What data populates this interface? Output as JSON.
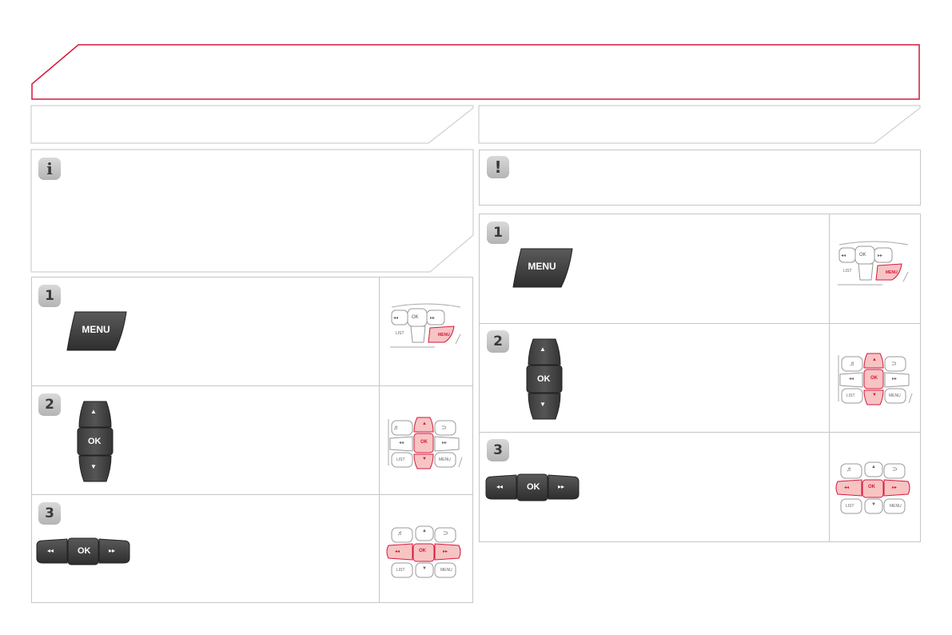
{
  "left": {
    "steps": [
      {
        "number": "1",
        "button": {
          "label": "MENU"
        },
        "control": {
          "left": "◂◂",
          "center": "OK",
          "right": "▸▸",
          "bottom_left": "LIST",
          "bottom_right": "MENU"
        }
      },
      {
        "number": "2",
        "button": {
          "up": "▲",
          "center": "OK",
          "down": "▼"
        },
        "control": {
          "up": "▲",
          "left": "◂◂",
          "center": "OK",
          "right": "▸▸",
          "down": "▼",
          "bottom_left": "LIST",
          "bottom_right": "MENU"
        }
      },
      {
        "number": "3",
        "button": {
          "left": "◂◂",
          "center": "OK",
          "right": "▸▸"
        },
        "control": {
          "up": "▲",
          "left": "◂◂",
          "center": "OK",
          "right": "▸▸",
          "down": "▼",
          "bottom_left": "LIST",
          "bottom_right": "MENU"
        }
      }
    ]
  },
  "right": {
    "steps": [
      {
        "number": "1",
        "button": {
          "label": "MENU"
        },
        "control": {
          "left": "◂◂",
          "center": "OK",
          "right": "▸▸",
          "bottom_left": "LIST",
          "bottom_right": "MENU"
        }
      },
      {
        "number": "2",
        "button": {
          "up": "▲",
          "center": "OK",
          "down": "▼"
        },
        "control": {
          "up": "▲",
          "left": "◂◂",
          "center": "OK",
          "right": "▸▸",
          "down": "▼",
          "bottom_left": "LIST",
          "bottom_right": "MENU"
        }
      },
      {
        "number": "3",
        "button": {
          "left": "◂◂",
          "center": "OK",
          "right": "▸▸"
        },
        "control": {
          "up": "▲",
          "left": "◂◂",
          "center": "OK",
          "right": "▸▸",
          "down": "▼",
          "bottom_left": "LIST",
          "bottom_right": "MENU"
        }
      }
    ]
  },
  "icons": {
    "info": "i",
    "warning": "!"
  },
  "colors": {
    "accent": "#d6173c",
    "highlight": "#f6c4c3",
    "highlight_text": "#d6173c",
    "button_dark": "#4a4a4a",
    "border": "#c6c6c6"
  }
}
